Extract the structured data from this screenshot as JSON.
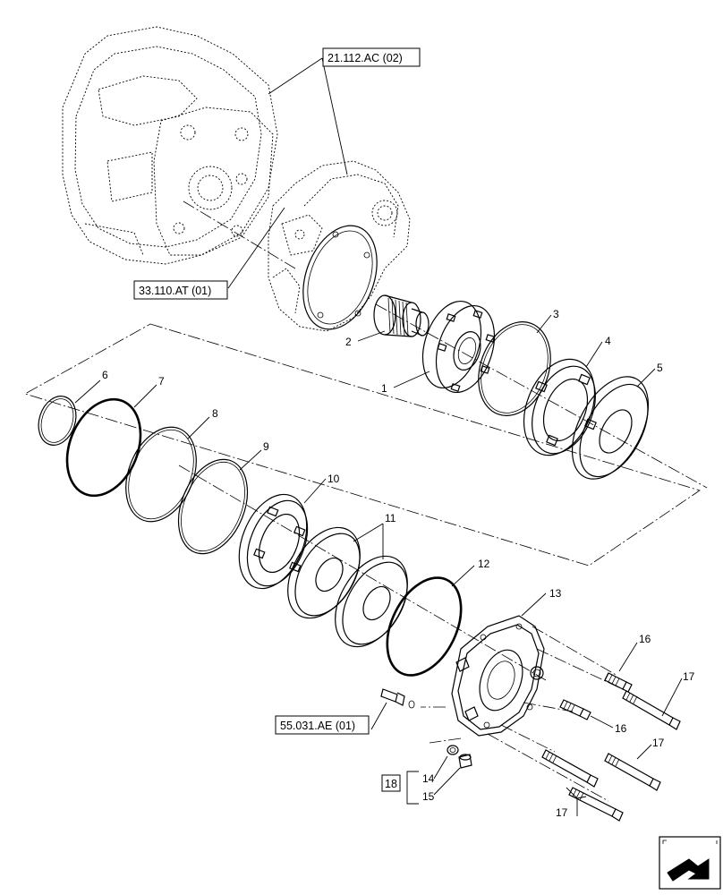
{
  "references": {
    "ref_21112": "21.112.AC (02)",
    "ref_33110": "33.110.AT (01)",
    "ref_55031": "55.031.AE (01)",
    "kit": "18"
  },
  "callouts": {
    "c1": "1",
    "c2": "2",
    "c3": "3",
    "c4": "4",
    "c5": "5",
    "c6": "6",
    "c7": "7",
    "c8": "8",
    "c9": "9",
    "c10": "10",
    "c11": "11",
    "c12": "12",
    "c13": "13",
    "c14": "14",
    "c15": "15",
    "c16a": "16",
    "c16b": "16",
    "c17a": "17",
    "c17b": "17",
    "c17c": "17"
  },
  "nav_icon": "arrow-nav-icon"
}
